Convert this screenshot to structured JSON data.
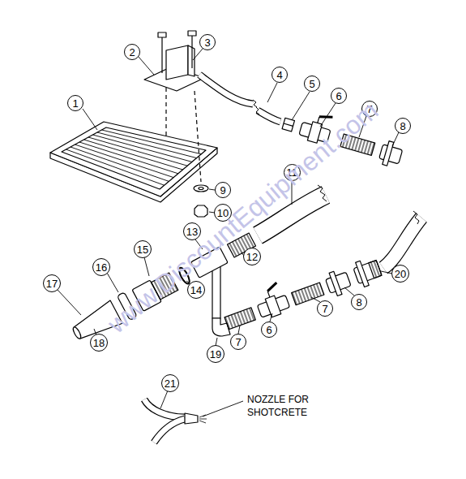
{
  "diagram": {
    "nodes": [
      {
        "text": [
          "1"
        ]
      },
      {
        "text": [
          "2"
        ]
      },
      {
        "text": [
          "3"
        ]
      },
      {
        "text": [
          "4"
        ]
      },
      {
        "text": [
          "5"
        ]
      },
      {
        "text": [
          "6"
        ]
      },
      {
        "text": [
          "7"
        ]
      },
      {
        "text": [
          "8"
        ]
      },
      {
        "text": [
          "9"
        ]
      },
      {
        "text": [
          "10"
        ]
      },
      {
        "text": [
          "11"
        ]
      },
      {
        "text": [
          "13"
        ]
      },
      {
        "text": [
          "15"
        ]
      },
      {
        "text": [
          "12"
        ]
      },
      {
        "text": [
          "16"
        ]
      },
      {
        "text": [
          "14"
        ]
      },
      {
        "text": [
          "17"
        ]
      },
      {
        "text": [
          "20"
        ]
      },
      {
        "text": [
          "8"
        ]
      },
      {
        "text": [
          "7"
        ]
      },
      {
        "text": [
          "6"
        ]
      },
      {
        "text": [
          "7"
        ]
      },
      {
        "text": [
          "18"
        ]
      },
      {
        "text": [
          "19"
        ]
      },
      {
        "text": [
          "21"
        ]
      }
    ],
    "labels": [
      "NOZZLE FOR SHOTCRETE",
      "www.DiscountEquipment.com"
    ]
  }
}
